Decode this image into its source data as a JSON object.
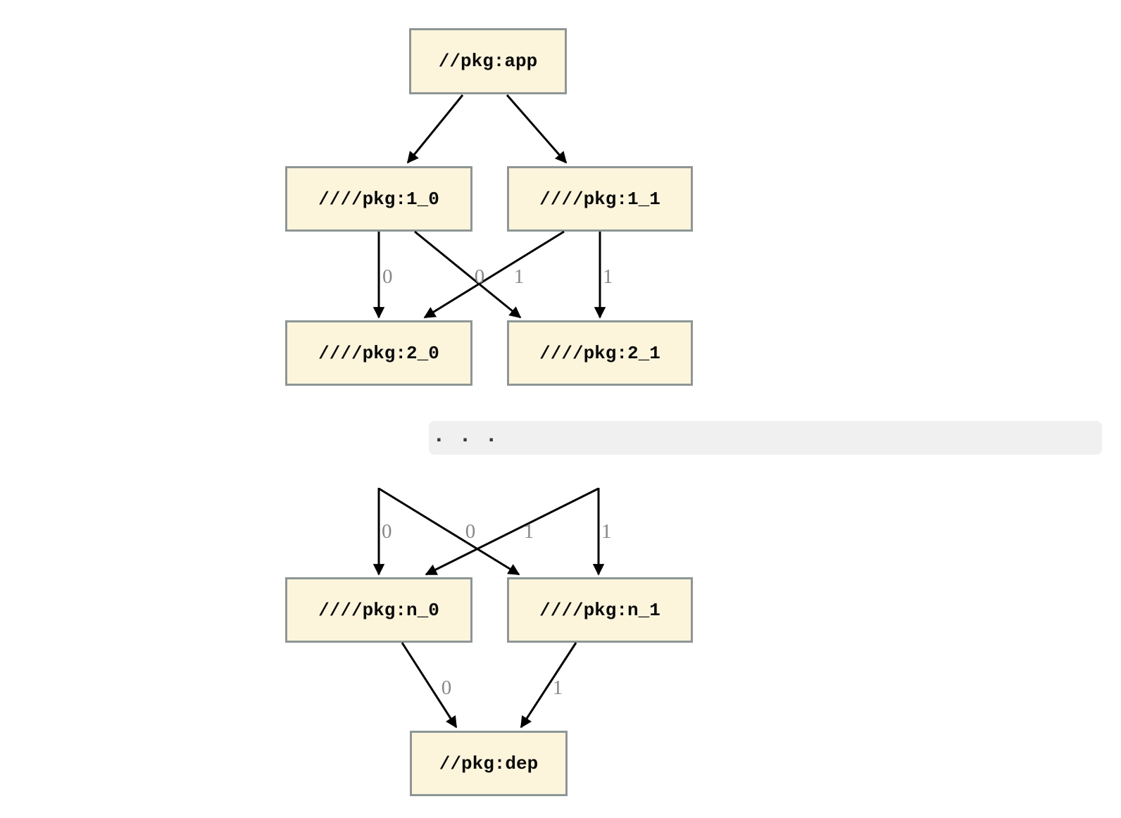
{
  "graph": {
    "ellipsis": ". . .",
    "nodes": [
      {
        "id": "app",
        "label": "//pkg:app"
      },
      {
        "id": "1_0",
        "label": "////pkg:1_0"
      },
      {
        "id": "1_1",
        "label": "////pkg:1_1"
      },
      {
        "id": "2_0",
        "label": "////pkg:2_0"
      },
      {
        "id": "2_1",
        "label": "////pkg:2_1"
      },
      {
        "id": "n_0",
        "label": "////pkg:n_0"
      },
      {
        "id": "n_1",
        "label": "////pkg:n_1"
      },
      {
        "id": "dep",
        "label": "//pkg:dep"
      }
    ],
    "edges": [
      {
        "from": "//pkg:app",
        "to": "////pkg:1_0",
        "label": ""
      },
      {
        "from": "//pkg:app",
        "to": "////pkg:1_1",
        "label": ""
      },
      {
        "from": "////pkg:1_0",
        "to": "////pkg:2_0",
        "label": "0"
      },
      {
        "from": "////pkg:1_1",
        "to": "////pkg:2_0",
        "label": "0"
      },
      {
        "from": "////pkg:1_0",
        "to": "////pkg:2_1",
        "label": "1"
      },
      {
        "from": "////pkg:1_1",
        "to": "////pkg:2_1",
        "label": "1"
      },
      {
        "from": "…",
        "to": "////pkg:n_0",
        "label": "0"
      },
      {
        "from": "…",
        "to": "////pkg:n_0",
        "label": "0"
      },
      {
        "from": "…",
        "to": "////pkg:n_1",
        "label": "1"
      },
      {
        "from": "…",
        "to": "////pkg:n_1",
        "label": "1"
      },
      {
        "from": "////pkg:n_0",
        "to": "//pkg:dep",
        "label": "0"
      },
      {
        "from": "////pkg:n_1",
        "to": "//pkg:dep",
        "label": "1"
      }
    ],
    "colors": {
      "node_fill": "#fcf5dc",
      "node_border": "#8e9695",
      "edge": "#000000",
      "edge_label": "#878787",
      "ellipsis_band": "#f0f0f0",
      "text": "#0a0a0a",
      "background": "#ffffff"
    }
  }
}
